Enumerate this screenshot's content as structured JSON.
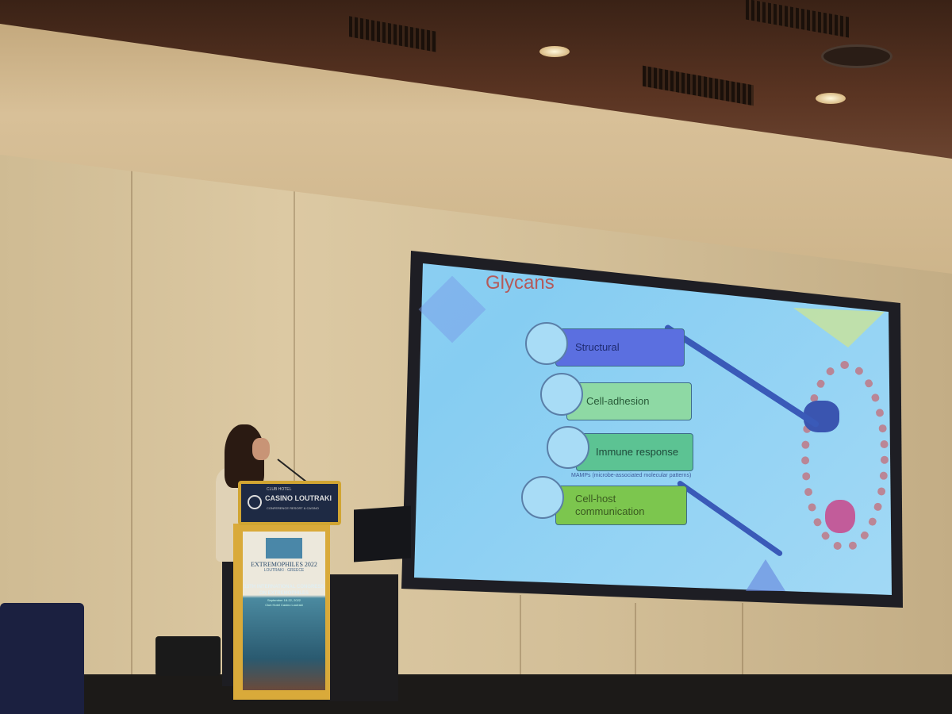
{
  "slide": {
    "title": "Glycans",
    "items": [
      {
        "label": "Structural",
        "color": "#5b6fe0"
      },
      {
        "label": "Cell-adhesion",
        "color": "#8ed9a4"
      },
      {
        "label": "Immune response",
        "color": "#5cc393"
      },
      {
        "label": "Cell-host communication",
        "color": "#7cc64e"
      }
    ],
    "note": "MAMPs (microbe-associated molecular patterns)"
  },
  "podium": {
    "sign_line1": "CLUB HOTEL",
    "sign_brand": "CASINO LOUTRAKI",
    "sign_line2": "CONFERENCE RESORT & CASINO",
    "banner_title": "EXTREMOPHILES 2022",
    "banner_location": "LOUTRAKI · GREECE",
    "banner_congress": "13TH INTERNATIONAL CONGRESS ON EXTREMOPHILES",
    "banner_dates": "September 18-22, 2022",
    "banner_venue": "Club Hotel Casino Loutraki"
  }
}
